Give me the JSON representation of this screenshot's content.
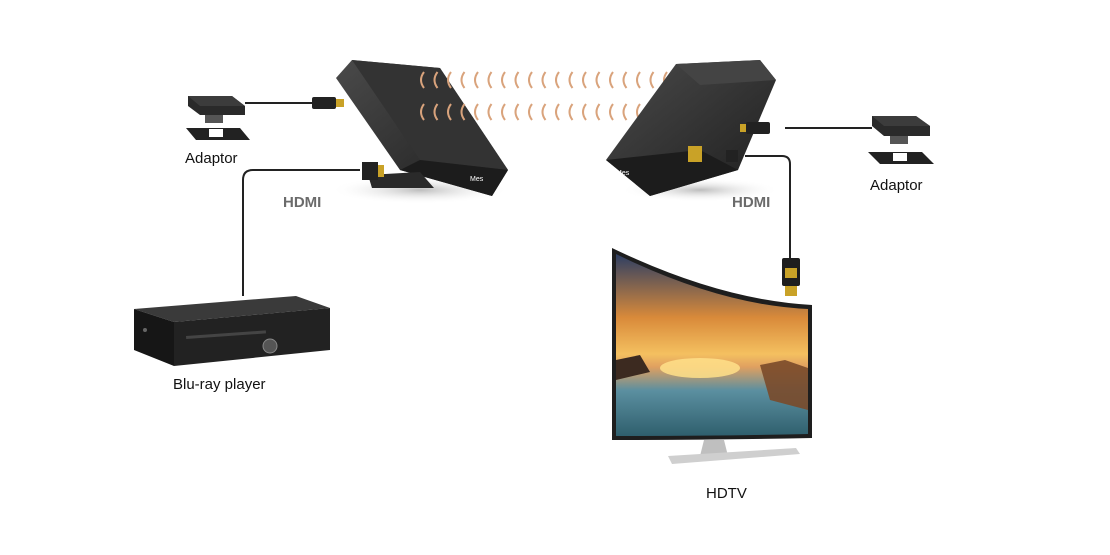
{
  "labels": {
    "adaptor_left": "Adaptor",
    "adaptor_right": "Adaptor",
    "hdmi_left": "HDMI",
    "hdmi_right": "HDMI",
    "bluray": "Blu-ray player",
    "hdtv": "HDTV"
  },
  "colors": {
    "device_body": "#2a2a2a",
    "device_top": "#3a3a3a",
    "wave": "#d9a37c",
    "hdmi_gold": "#c9a227",
    "cable": "#222222",
    "label_gray": "#6b6b6b"
  },
  "icons": {
    "transmitter": "wireless-hdmi-transmitter-icon",
    "receiver": "wireless-hdmi-receiver-icon",
    "adaptor": "power-adaptor-icon",
    "bluray": "bluray-player-icon",
    "tv": "curved-tv-icon",
    "waves": "wireless-signal-icon"
  }
}
